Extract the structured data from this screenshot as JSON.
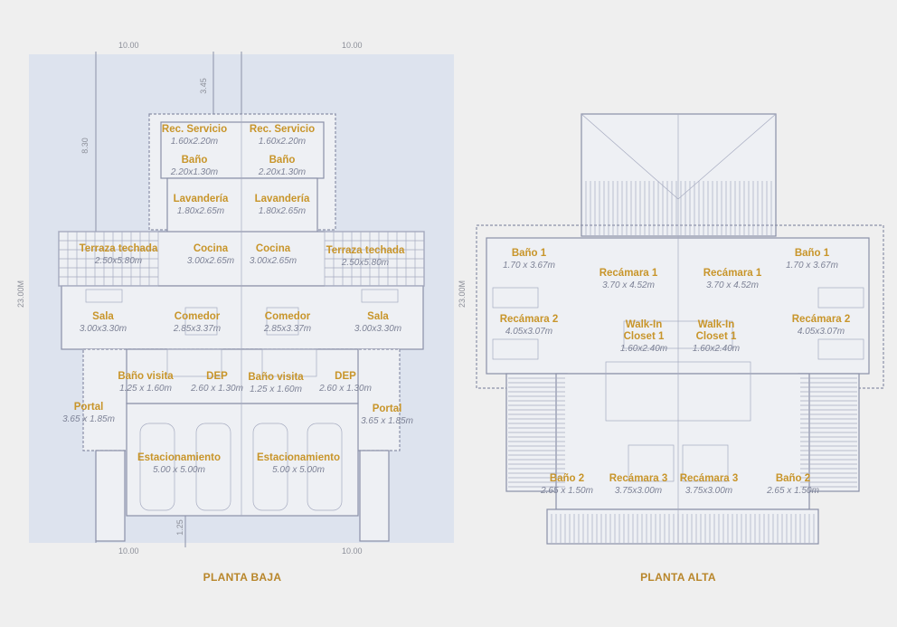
{
  "colors": {
    "label": "#c8952a",
    "lot": "#dde3ee",
    "line": "#8a90a8",
    "background": "#efefef"
  },
  "dimensions": {
    "top_left": "10.00",
    "top_right": "10.00",
    "bottom_left": "10.00",
    "bottom_right": "10.00",
    "rear_setback": "3.45",
    "side": "8.30",
    "depth_left": "23.00M",
    "front_setback": "1.25",
    "depth_right": "23.00M"
  },
  "planta_baja": {
    "title": "PLANTA BAJA",
    "rooms": [
      {
        "name": "Rec. Servicio",
        "size": "1.60x2.20m"
      },
      {
        "name": "Rec. Servicio",
        "size": "1.60x2.20m"
      },
      {
        "name": "Baño",
        "size": "2.20x1.30m"
      },
      {
        "name": "Baño",
        "size": "2.20x1.30m"
      },
      {
        "name": "Lavandería",
        "size": "1.80x2.65m"
      },
      {
        "name": "Lavandería",
        "size": "1.80x2.65m"
      },
      {
        "name": "Terraza techada",
        "size": "2.50x5.80m"
      },
      {
        "name": "Terraza techada",
        "size": "2.50x5.80m"
      },
      {
        "name": "Cocina",
        "size": "3.00x2.65m"
      },
      {
        "name": "Cocina",
        "size": "3.00x2.65m"
      },
      {
        "name": "Sala",
        "size": "3.00x3.30m"
      },
      {
        "name": "Sala",
        "size": "3.00x3.30m"
      },
      {
        "name": "Comedor",
        "size": "2.85x3.37m"
      },
      {
        "name": "Comedor",
        "size": "2.85x3.37m"
      },
      {
        "name": "Baño visita",
        "size": "1.25 x 1.60m"
      },
      {
        "name": "Baño visita",
        "size": "1.25 x 1.60m"
      },
      {
        "name": "DEP",
        "size": "2.60 x 1.30m"
      },
      {
        "name": "DEP",
        "size": "2.60 x 1.30m"
      },
      {
        "name": "Portal",
        "size": "3.65 x 1.85m"
      },
      {
        "name": "Portal",
        "size": "3.65 x 1.85m"
      },
      {
        "name": "Estacionamiento",
        "size": "5.00 x 5.00m"
      },
      {
        "name": "Estacionamiento",
        "size": "5.00 x 5.00m"
      }
    ]
  },
  "planta_alta": {
    "title": "PLANTA ALTA",
    "rooms": [
      {
        "name": "Baño 1",
        "size": "1.70 x 3.67m"
      },
      {
        "name": "Baño 1",
        "size": "1.70 x 3.67m"
      },
      {
        "name": "Recámara 1",
        "size": "3.70 x 4.52m"
      },
      {
        "name": "Recámara 1",
        "size": "3.70 x 4.52m"
      },
      {
        "name": "Recámara 2",
        "size": "4.05x3.07m"
      },
      {
        "name": "Recámara 2",
        "size": "4.05x3.07m"
      },
      {
        "name": "Walk-In Closet 1",
        "size": "1.60x2.40m"
      },
      {
        "name": "Walk-In Closet 1",
        "size": "1.60x2.40m"
      },
      {
        "name": "Baño 2",
        "size": "2.65 x 1.50m"
      },
      {
        "name": "Baño 2",
        "size": "2.65 x 1.50m"
      },
      {
        "name": "Recámara 3",
        "size": "3.75x3.00m"
      },
      {
        "name": "Recámara 3",
        "size": "3.75x3.00m"
      }
    ]
  }
}
